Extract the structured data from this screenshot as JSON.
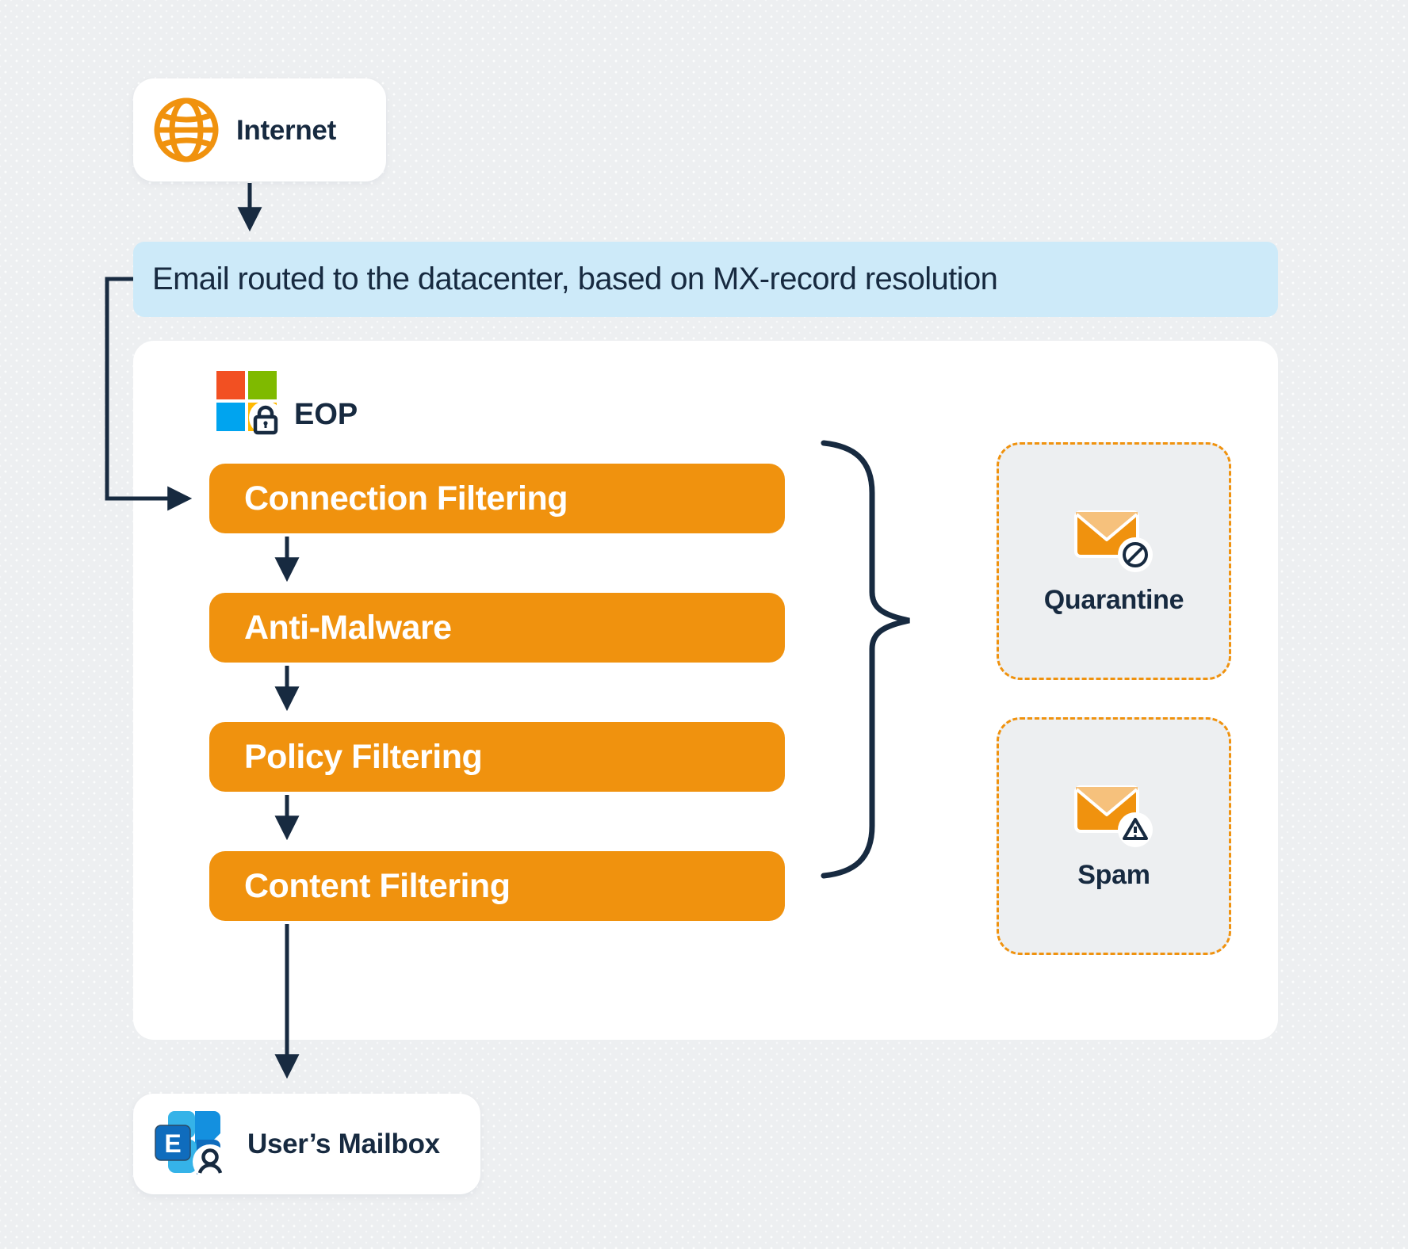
{
  "colors": {
    "page_bg": "#EDEFF1",
    "card_white": "#FFFFFF",
    "navy": "#172A40",
    "banner_blue": "#CDEAF9",
    "accent_orange": "#F0920E",
    "envelope_flap_light": "#F6C17C",
    "ms_red": "#F25022",
    "ms_green": "#7FBA00",
    "ms_blue": "#00A4EF",
    "ms_yellow": "#FFB900",
    "exchange_dark_blue": "#0F6CBD",
    "exchange_mid_blue": "#1490DF",
    "exchange_light_blue": "#35B3E8"
  },
  "diagram": {
    "internet": {
      "label": "Internet"
    },
    "banner": {
      "text": "Email routed to the datacenter, based on MX-record resolution"
    },
    "eop": {
      "label": "EOP"
    },
    "filters": [
      {
        "label": "Connection Filtering"
      },
      {
        "label": "Anti-Malware"
      },
      {
        "label": "Policy Filtering"
      },
      {
        "label": "Content Filtering"
      }
    ],
    "outcomes": [
      {
        "label": "Quarantine"
      },
      {
        "label": "Spam"
      }
    ],
    "mailbox": {
      "label": "User’s Mailbox"
    }
  }
}
